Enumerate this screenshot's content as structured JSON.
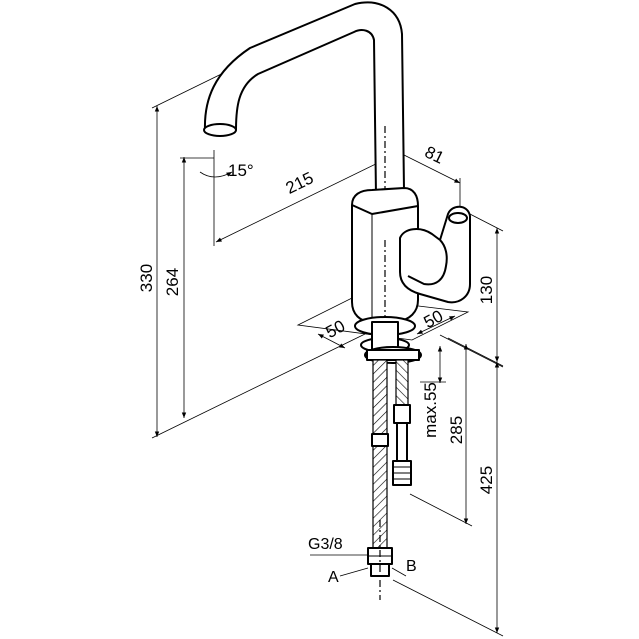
{
  "diagram": {
    "dimensions": {
      "height_total": "330",
      "height_spout": "264",
      "reach": "215",
      "depth": "81",
      "angle": "15°",
      "body_height": "130",
      "base_left": "50",
      "base_right": "50",
      "max_thickness": "max.55",
      "hose_length": "285",
      "inlet_length": "425"
    },
    "labels": {
      "thread": "G3/8",
      "port_a": "A",
      "port_b": "B"
    }
  }
}
